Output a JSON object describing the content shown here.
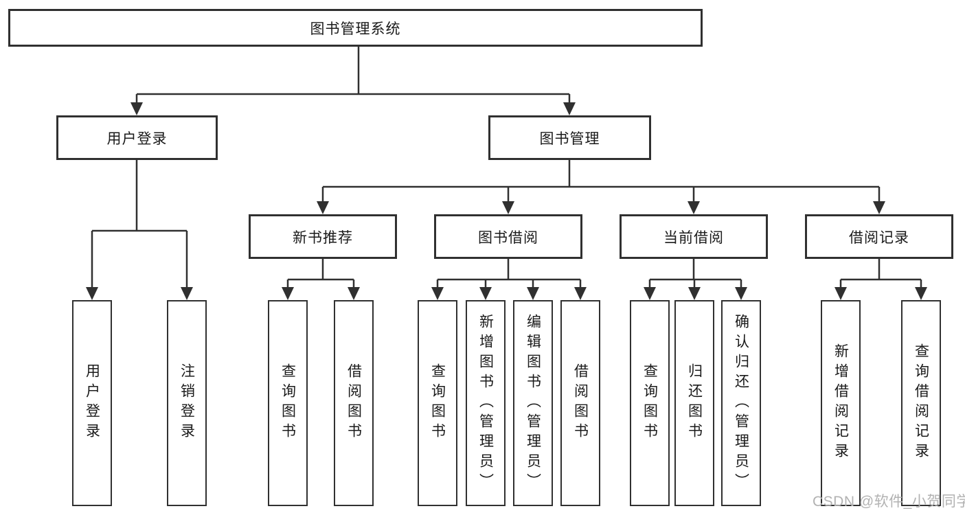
{
  "diagram": {
    "title": "图书管理系统",
    "root": {
      "label": "图书管理系统"
    },
    "level2": {
      "user_login": {
        "label": "用户登录"
      },
      "book_mgmt": {
        "label": "图书管理"
      }
    },
    "level3": {
      "new_books": {
        "label": "新书推荐"
      },
      "book_borrow": {
        "label": "图书借阅"
      },
      "current_borrow": {
        "label": "当前借阅"
      },
      "borrow_records": {
        "label": "借阅记录"
      }
    },
    "leaves": {
      "user_login": [
        "用户登录",
        "注销登录"
      ],
      "new_books": [
        "查询图书",
        "借阅图书"
      ],
      "book_borrow": [
        "查询图书",
        "新增图书（管理员）",
        "编辑图书（管理员）",
        "借阅图书"
      ],
      "current_borrow": [
        "查询图书",
        "归还图书",
        "确认归还（管理员）"
      ],
      "borrow_records": [
        "新增借阅记录",
        "查询借阅记录"
      ]
    }
  },
  "watermark": {
    "text": "CSDN @软件_小贺同学"
  },
  "colors": {
    "line": "#303030",
    "text": "#1a1a1a",
    "watermark_text": "#b2b2b2",
    "background": "#ffffff"
  }
}
